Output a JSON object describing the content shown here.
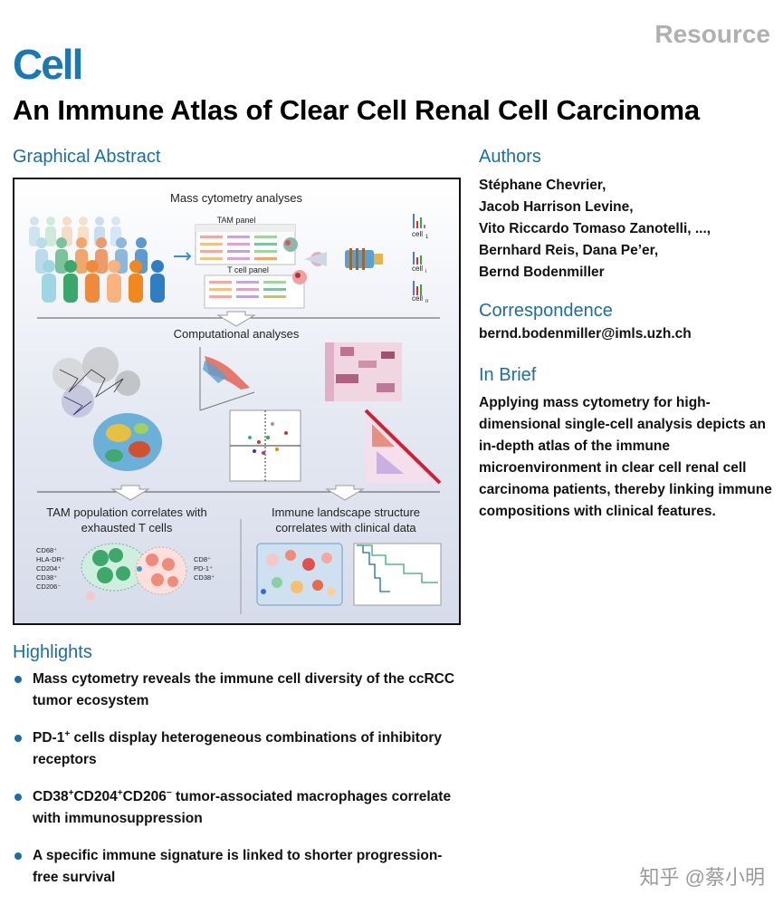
{
  "header": {
    "journal": "Cell",
    "article_type": "Resource",
    "title": "An Immune Atlas of Clear Cell Renal Cell Carcinoma"
  },
  "graphical_abstract": {
    "heading": "Graphical Abstract",
    "mass_cytometry_label": "Mass cytometry analyses",
    "tam_panel_label": "TAM panel",
    "tcell_panel_label": "T cell panel",
    "cell_labels": [
      "cell",
      "cell",
      "cell"
    ],
    "cell_subscripts": [
      "1",
      "i",
      "n"
    ],
    "computational_label": "Computational analyses",
    "tam_population_line1": "TAM population correlates with",
    "tam_population_line2": "exhausted T cells",
    "landscape_line1": "Immune landscape structure",
    "landscape_line2": "correlates with clinical data",
    "left_markers": [
      "CD68⁺",
      "HLA-DR⁺",
      "CD204⁺",
      "CD38⁺",
      "CD206⁻"
    ],
    "right_markers": [
      "CD8⁺",
      "PD-1⁺",
      "CD38⁺"
    ]
  },
  "authors": {
    "heading": "Authors",
    "lines": [
      "Stéphane Chevrier,",
      "Jacob Harrison Levine,",
      "Vito Riccardo Tomaso Zanotelli, ...,",
      "Bernhard Reis, Dana Pe’er,",
      "Bernd Bodenmiller"
    ]
  },
  "correspondence": {
    "heading": "Correspondence",
    "email": "bernd.bodenmiller@imls.uzh.ch"
  },
  "in_brief": {
    "heading": "In Brief",
    "text": "Applying mass cytometry for high-dimensional single-cell analysis depicts an in-depth atlas of the immune microenvironment in clear cell renal cell carcinoma patients, thereby linking immune compositions with clinical features."
  },
  "highlights": {
    "heading": "Highlights",
    "items": [
      {
        "text": "Mass cytometry reveals the immune cell diversity of the ccRCC tumor ecosystem"
      },
      {
        "pre": "PD-1",
        "sup1": "+",
        "rest": " cells display heterogeneous combinations of inhibitory receptors"
      },
      {
        "p1": "CD38",
        "s1": "+",
        "p2": "CD204",
        "s2": "+",
        "p3": "CD206",
        "s3": "−",
        "rest": " tumor-associated macrophages correlate with immunosuppression"
      },
      {
        "text": "A specific immune signature is linked to shorter progression-free survival"
      }
    ]
  },
  "watermark": "知乎 @蔡小明",
  "colors": {
    "accent_blue": "#1a6ea8",
    "logo_blue": "#1a78b4",
    "resource_gray": "#b0b0b0"
  }
}
